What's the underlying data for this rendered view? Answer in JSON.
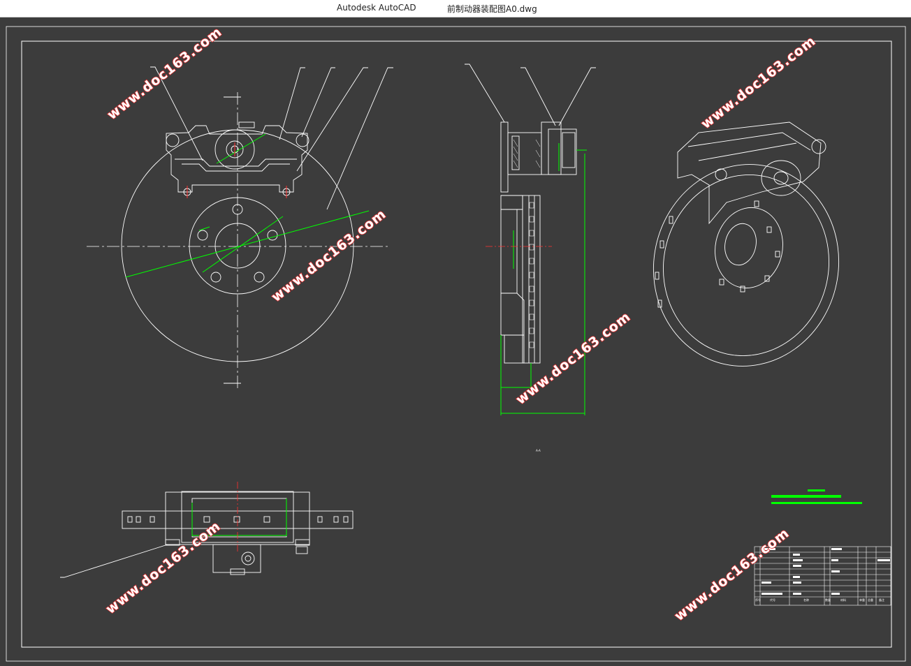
{
  "window": {
    "app_title": "Autodesk AutoCAD",
    "document_title": "前制动器装配图A0.dwg"
  },
  "drawing": {
    "section_label": "A-A",
    "watermark_text": "www.doc163.com",
    "title_block": {
      "header_row": [
        "序号",
        "代号",
        "名称",
        "数量",
        "材料",
        "单重",
        "总重",
        "备注"
      ]
    },
    "colors": {
      "background": "#3c3c3c",
      "lines": "#ffffff",
      "dimension": "#00ff00",
      "centerline_mark": "#ff0000",
      "watermark_stroke": "#e03030"
    }
  }
}
